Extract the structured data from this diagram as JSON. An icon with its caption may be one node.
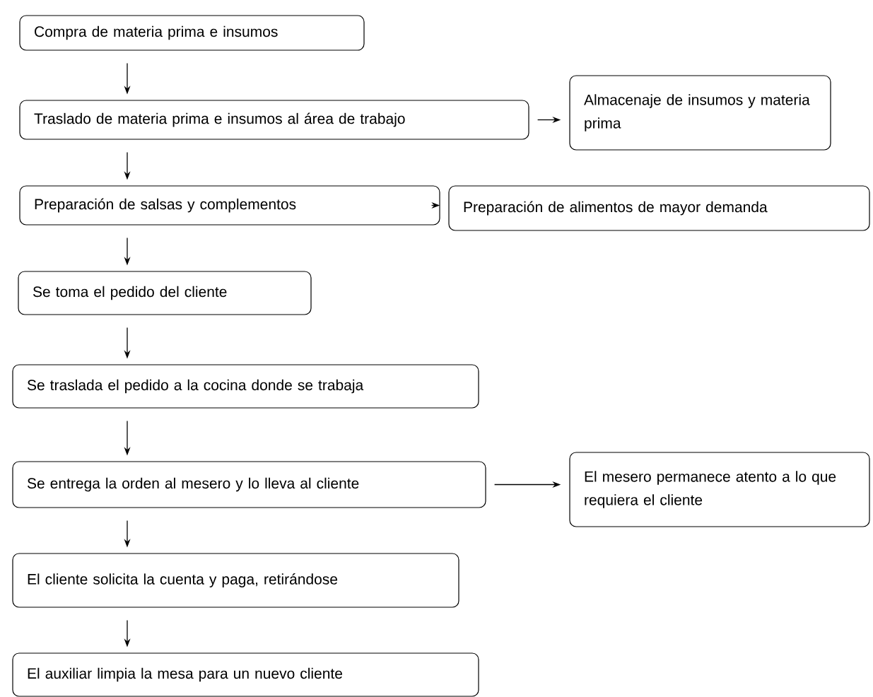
{
  "diagram": {
    "nodes": [
      {
        "text": [
          "Compra de materia prima e insumos"
        ]
      },
      {
        "text": [
          "Traslado de materia prima e insumos al área de trabajo"
        ]
      },
      {
        "text": [
          "Almacenaje de insumos y materia prima"
        ]
      },
      {
        "text": [
          "Preparación de salsas y complementos"
        ]
      },
      {
        "text": [
          "Preparación de alimentos de mayor demanda"
        ]
      },
      {
        "text": [
          "Se toma el pedido del cliente"
        ]
      },
      {
        "text": [
          "Se traslada el pedido a la cocina donde se trabaja"
        ]
      },
      {
        "text": [
          "Se entrega la orden al mesero y lo lleva al cliente"
        ]
      },
      {
        "text": [
          "El mesero permanece atento a lo que requiera el cliente"
        ]
      },
      {
        "text": [
          "El cliente solicita la cuenta y paga, retirándose"
        ]
      },
      {
        "text": [
          "El auxiliar limpia la mesa para un nuevo cliente"
        ]
      }
    ],
    "edges": [
      {
        "from": 0,
        "to": 1,
        "arrow": "to"
      },
      {
        "from": 1,
        "to": 2,
        "arrow": "to"
      },
      {
        "from": 1,
        "to": 3,
        "arrow": "to"
      },
      {
        "from": 3,
        "to": 4,
        "arrow": "to"
      },
      {
        "from": 3,
        "to": 5,
        "arrow": "to"
      },
      {
        "from": 5,
        "to": 6,
        "arrow": "to"
      },
      {
        "from": 6,
        "to": 7,
        "arrow": "to"
      },
      {
        "from": 7,
        "to": 8,
        "arrow": "to"
      },
      {
        "from": 7,
        "to": 9,
        "arrow": "to"
      },
      {
        "from": 9,
        "to": 10,
        "arrow": "to"
      }
    ]
  }
}
